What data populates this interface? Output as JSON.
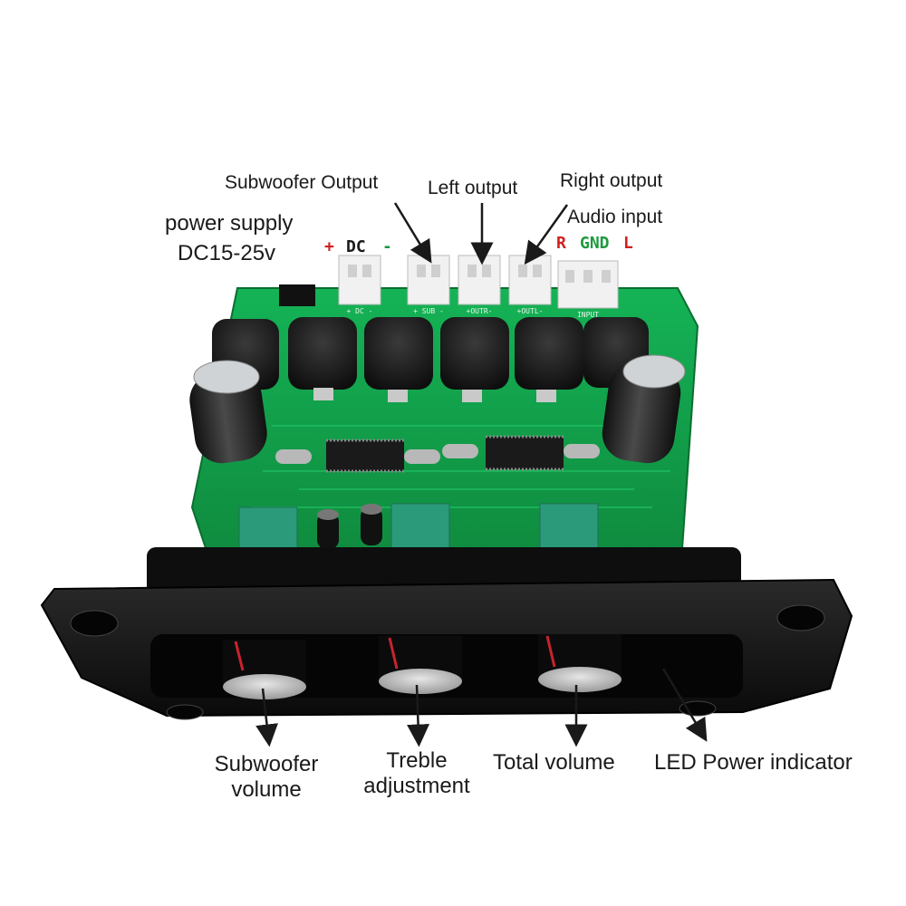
{
  "labels": {
    "subwoofer_output": "Subwoofer Output",
    "left_output": "Left output",
    "right_output": "Right output",
    "audio_input": "Audio input",
    "power_supply": "power supply",
    "power_voltage": "DC15-25v",
    "subwoofer_volume_line1": "Subwoofer",
    "subwoofer_volume_line2": "volume",
    "treble_line1": "Treble",
    "treble_line2": "adjustment",
    "total_volume": "Total volume",
    "led_indicator": "LED Power indicator"
  },
  "polarity": {
    "plus": "+",
    "dc": "DC",
    "minus": "-",
    "r": "R",
    "gnd": "GND",
    "l": "L"
  },
  "silkscreen": {
    "dc": "+ DC -",
    "sub": "+ SUB -",
    "outr": "+OUTR-",
    "outl": "+OUTL-",
    "input": "INPUT"
  },
  "colors": {
    "pcb_green": "#12a04a",
    "panel_black": "#111111",
    "polarity_red": "#d11f1f",
    "polarity_green": "#1c9a3e"
  }
}
